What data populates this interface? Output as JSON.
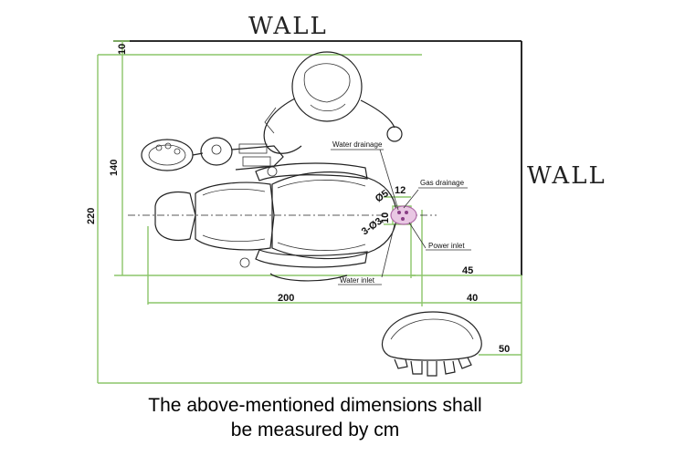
{
  "walls": {
    "top": "WALL",
    "right": "WALL"
  },
  "dimensions": {
    "d10": "10",
    "d140": "140",
    "d220": "220",
    "d200": "200",
    "d45": "45",
    "d40": "40",
    "d50": "50",
    "d12": "12",
    "d5": "Ø5",
    "d10s": "10",
    "d3": "3-Ø3"
  },
  "labels": {
    "water_drainage": "Water drainage",
    "gas_drainage": "Gas drainage",
    "power_inlet": "Power inlet",
    "water_inlet": "Water inlet"
  },
  "caption": {
    "line1": "The above-mentioned dimensions shall",
    "line2": "be measured by cm"
  }
}
